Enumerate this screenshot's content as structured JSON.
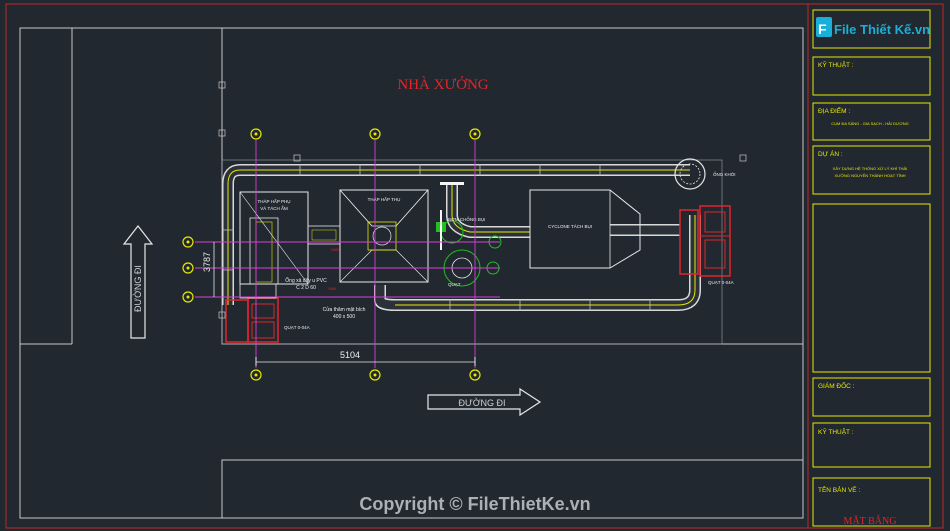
{
  "drawing": {
    "building_title": "NHÀ XƯỞNG",
    "road_vertical": "ĐƯỜNG ĐI",
    "road_horizontal": "ĐƯỜNG ĐI",
    "dim_width": "5104",
    "dim_height": "3787",
    "labels": {
      "tower1": "THÁP HẤP PHỤ",
      "tower1_sub": "VÀ TÁCH ẨM",
      "tower2": "THÁP HẤP THỤ",
      "cyclone": "CYCLONE TÁCH BỤI",
      "chimney": "ỐNG KHÓI",
      "fan_left": "QUẠT 0-04A",
      "fan_right": "QUẠT 0-04A",
      "fan_mid": "QUẠT",
      "pump": "BƠM CHỐNG BỤI",
      "pvc_pipe": "Ống xả dây u PVC",
      "pvc_size": "C 2 D 60",
      "manhole": "Cửa thăm mặt bích",
      "manhole_size": "400 x 500",
      "valve1": "VAN",
      "valve2": "VAN"
    }
  },
  "title_block": {
    "logo": "File Thiết Kế.vn",
    "ky_thuat_1": "KỸ THUẬT :",
    "dia_diem": "ĐỊA ĐIỂM :",
    "dia_diem_value": "CỤM ĐA SÁNG - GIA SẠCH - HẢI DƯƠNG",
    "du_an": "DỰ ÁN :",
    "du_an_value_1": "XÂY DỰNG HỆ THỐNG XỬ LÝ KHÍ THẢI",
    "du_an_value_2": "XƯỞNG NGUYỄN THÀNH HOẠT TỈNH",
    "giam_doc": "GIÁM ĐỐC :",
    "ky_thuat_2": "KỸ THUẬT :",
    "ten_ban_ve": "TÊN BẢN VẼ :",
    "ten_ban_ve_value": "MẶT BẰNG"
  },
  "watermark": "Copyright © FileThietKe.vn",
  "colors": {
    "background": "#212830",
    "red": "#e0262a",
    "yellow": "#e8e800",
    "magenta": "#d63fd6",
    "cyan": "#18b0d8"
  }
}
